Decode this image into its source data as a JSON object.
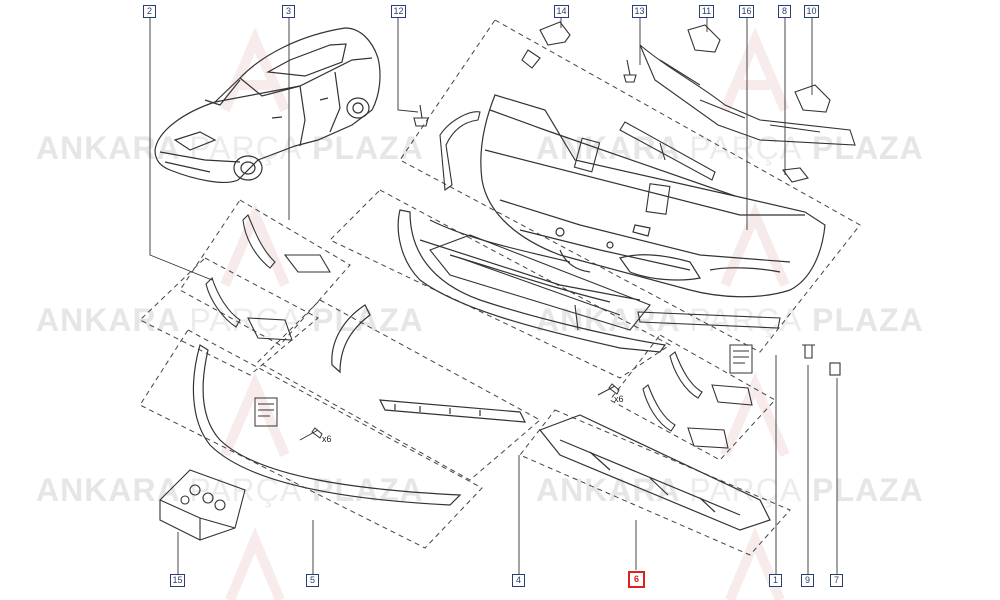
{
  "watermark": {
    "part1": "ANKARA",
    "part2": "PARÇA",
    "part3": "PLAZA"
  },
  "callouts": [
    {
      "id": "c2",
      "label": "2"
    },
    {
      "id": "c3",
      "label": "3"
    },
    {
      "id": "c12",
      "label": "12"
    },
    {
      "id": "c14",
      "label": "14"
    },
    {
      "id": "c13",
      "label": "13"
    },
    {
      "id": "c11",
      "label": "11"
    },
    {
      "id": "c16",
      "label": "16"
    },
    {
      "id": "c8",
      "label": "8"
    },
    {
      "id": "c10",
      "label": "10"
    },
    {
      "id": "c15",
      "label": "15"
    },
    {
      "id": "c5",
      "label": "5"
    },
    {
      "id": "c4",
      "label": "4"
    },
    {
      "id": "c6",
      "label": "6"
    },
    {
      "id": "c1",
      "label": "1"
    },
    {
      "id": "c9",
      "label": "9"
    },
    {
      "id": "c7",
      "label": "7"
    }
  ],
  "highlighted_part": "6",
  "quantities": {
    "left": "x6",
    "right": "x6"
  },
  "colors": {
    "callout_border": "#2a3f6d",
    "highlight": "#e0201e",
    "line": "#333333",
    "watermark": "#e6e6e6"
  }
}
